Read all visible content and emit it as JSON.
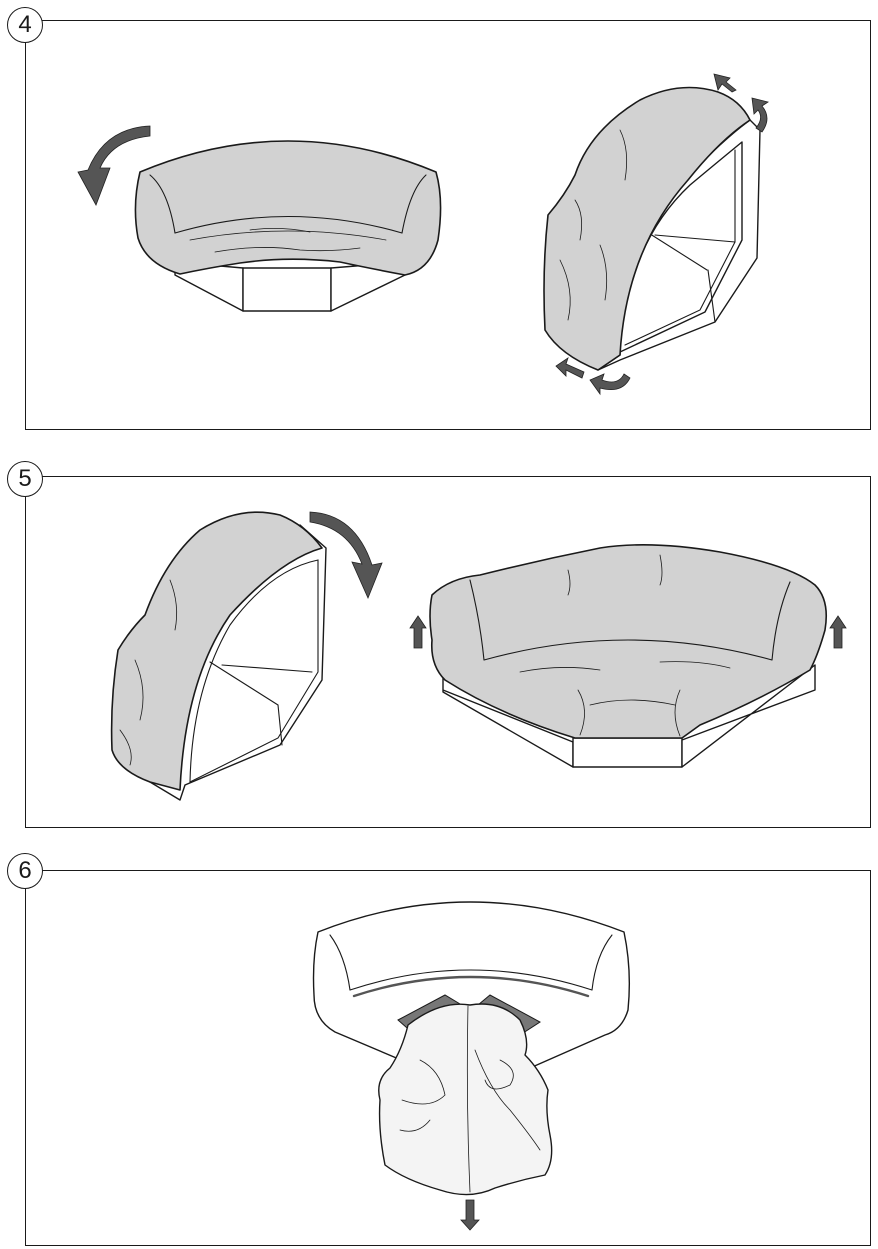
{
  "steps": [
    {
      "number": "4",
      "illustration": "rotate-and-remove-cover"
    },
    {
      "number": "5",
      "illustration": "fit-cover-on-frame"
    },
    {
      "number": "6",
      "illustration": "pull-cover-through"
    }
  ],
  "colors": {
    "line": "#1a1a1a",
    "cover": "#d2d2d2",
    "arrow": "#555555"
  }
}
